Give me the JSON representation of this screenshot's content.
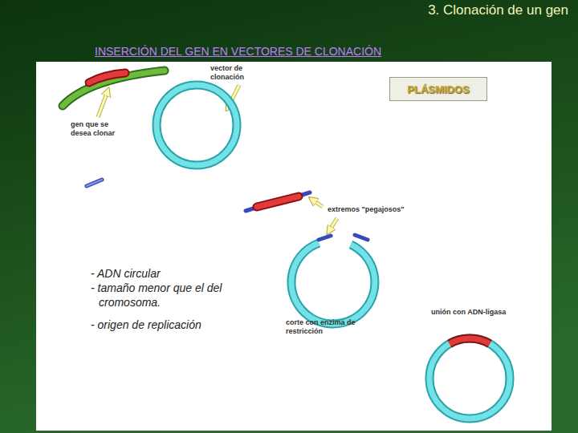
{
  "diagram": {
    "title": "3. Clonación de un gen",
    "nodes": [
      {
        "text": [
          "PLÁSMIDOS"
        ]
      }
    ],
    "labels": [
      "INSERCIÓN DEL GEN EN VECTORES DE CLONACIÓN",
      "vector de clonación",
      "gen que se desea clonar",
      "extremos \"pegajosos\"",
      "corte con enzima de restricción",
      "unión con ADN-ligasa",
      "- ADN circular",
      "- tamaño menor que el del cromosoma.",
      "- origen de replicación"
    ]
  }
}
